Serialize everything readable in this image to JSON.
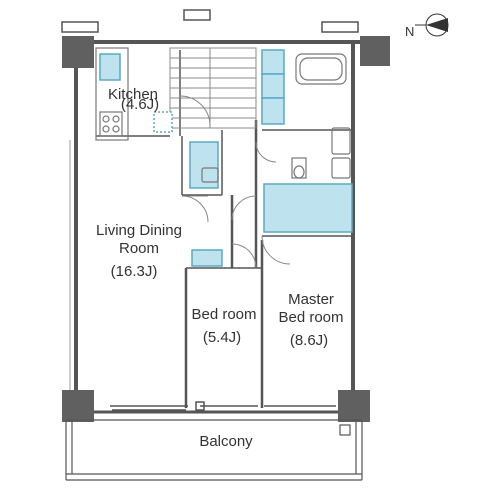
{
  "compass": {
    "label": "N"
  },
  "rooms": {
    "kitchen": {
      "name": "Kitchen",
      "size": "(4.6J)"
    },
    "living": {
      "line1": "Living Dining",
      "line2": "Room",
      "size": "(16.3J)"
    },
    "bedroom": {
      "name": "Bed room",
      "size": "(5.4J)"
    },
    "master": {
      "line1": "Master",
      "line2": "Bed room",
      "size": "(8.6J)"
    },
    "balcony": {
      "name": "Balcony"
    }
  },
  "colors": {
    "wall": "#555555",
    "column": "#606060",
    "fixture_fill": "#bfe3ee",
    "fixture_stroke": "#5aa9c4",
    "line": "#777777"
  }
}
